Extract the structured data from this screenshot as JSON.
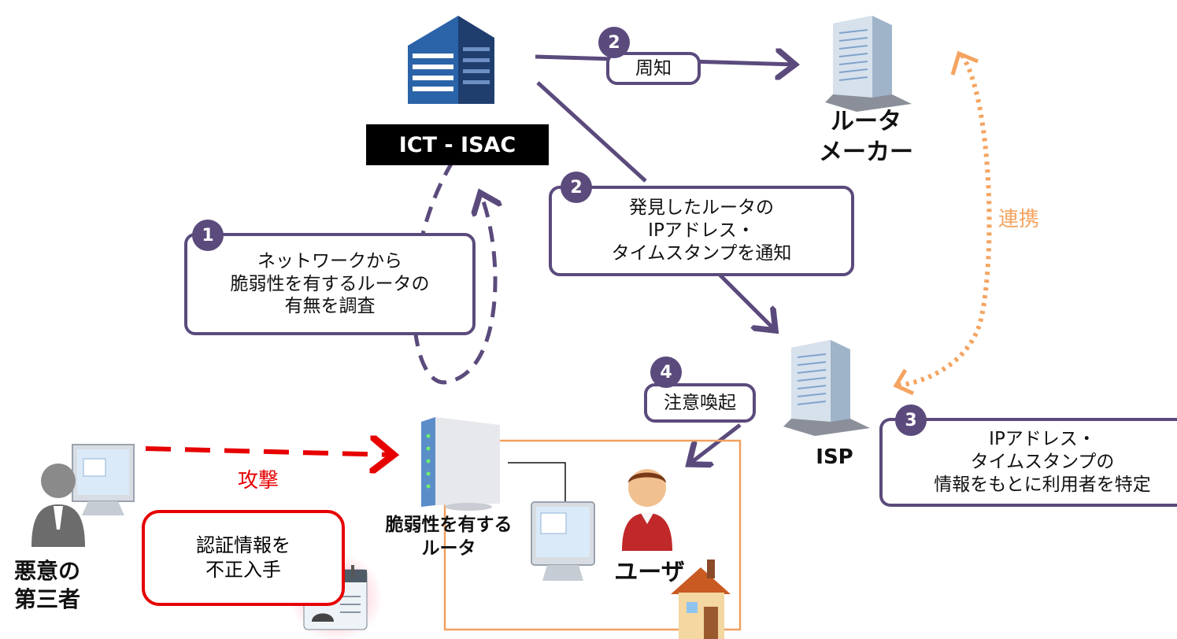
{
  "nodes": {
    "ict_isac": "ICT - ISAC",
    "router_maker": "ルータ\nメーカー",
    "isp": "ISP",
    "user": "ユーザ",
    "vulnerable_router": "脆弱性を有する\nルータ",
    "attacker": "悪意の\n第三者"
  },
  "steps": {
    "step1": {
      "num": "1",
      "text": "ネットワークから\n脆弱性を有するルータの\n有無を調査"
    },
    "step2a": {
      "num": "2",
      "text": "周知"
    },
    "step2b": {
      "num": "2",
      "text": "発見したルータの\nIPアドレス・\nタイムスタンプを通知"
    },
    "step3": {
      "num": "3",
      "text": "IPアドレス・\nタイムスタンプの\n情報をもとに利用者を特定"
    },
    "step4": {
      "num": "4",
      "text": "注意喚起"
    }
  },
  "labels": {
    "cooperation": "連携",
    "attack": "攻撃",
    "credential_theft": "認証情報を\n不正入手"
  },
  "colors": {
    "primary": "#5b4a7c",
    "attack": "#e60000",
    "cooperation": "#f4a460",
    "home_line": "#f0a060"
  }
}
